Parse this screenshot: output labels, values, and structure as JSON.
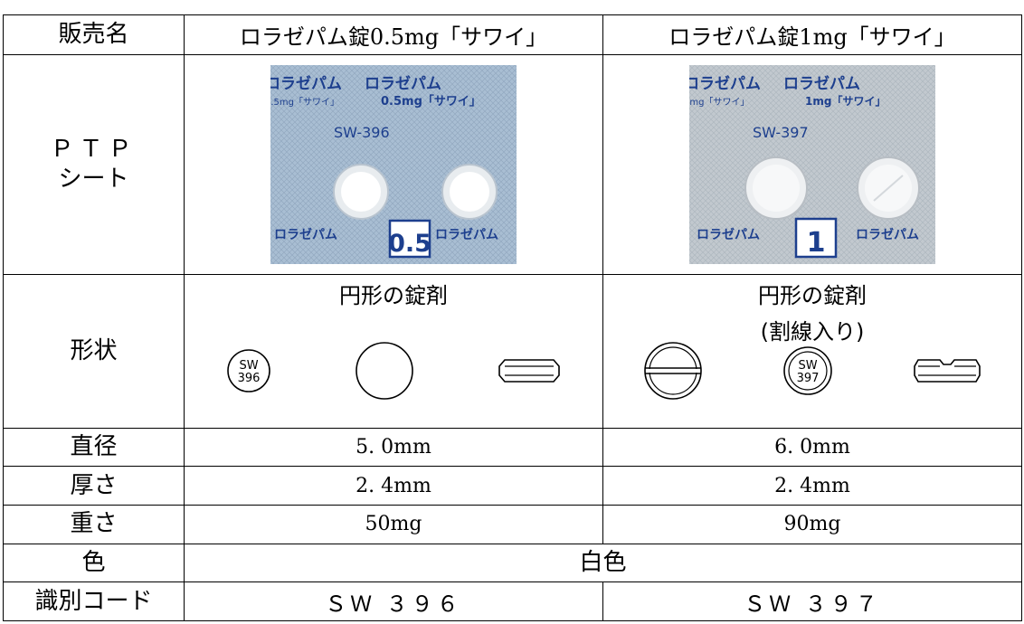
{
  "table": {
    "header": {
      "label": "販売名",
      "products": [
        "ロラゼパム錠0.5mg「サワイ」",
        "ロラゼパム錠1mg「サワイ」"
      ]
    },
    "ptp": {
      "label_line1": "ＰＴＰ",
      "label_line2": "シート",
      "sheets": [
        {
          "brand": "ロラゼパム",
          "strength_small": "0.5mg「サワイ」",
          "code": "SW-396",
          "big_number": "0.5",
          "color": "#a9bed3"
        },
        {
          "brand": "ロラゼパム",
          "strength_small": "1mg「サワイ」",
          "code": "SW-397",
          "big_number": "1",
          "color": "#c2c9cf"
        }
      ]
    },
    "shape": {
      "label": "形状",
      "descriptions": [
        {
          "line1": "円形の錠剤",
          "line2": ""
        },
        {
          "line1": "円形の錠剤",
          "line2": "(割線入り)"
        }
      ],
      "markings": [
        {
          "top": "SW",
          "bottom": "396"
        },
        {
          "top": "SW",
          "bottom": "397"
        }
      ]
    },
    "diameter": {
      "label": "直径",
      "values": [
        "5. 0mm",
        "6. 0mm"
      ]
    },
    "thickness": {
      "label": "厚さ",
      "values": [
        "2. 4mm",
        "2. 4mm"
      ]
    },
    "weight": {
      "label": "重さ",
      "values": [
        "50mg",
        "90mg"
      ]
    },
    "color": {
      "label": "色",
      "value": "白色"
    },
    "id_code": {
      "label": "識別コード",
      "values": [
        "ＳＷ ３９６",
        "ＳＷ ３９７"
      ]
    }
  }
}
